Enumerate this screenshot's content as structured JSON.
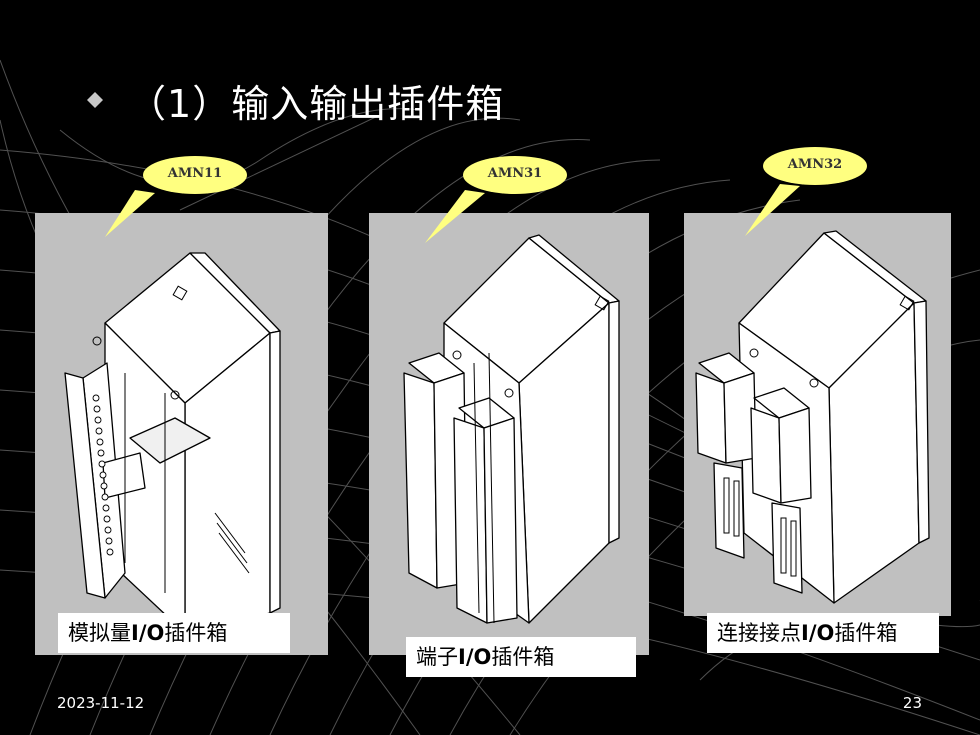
{
  "slide": {
    "title_prefix": "（",
    "title_num": "1",
    "title_suffix": "）输入输出插件箱",
    "date": "2023-11-12",
    "page_number": "23"
  },
  "panels": [
    {
      "callout": "AMN11",
      "caption_a": "模拟量",
      "caption_io": "I/O",
      "caption_b": "插件箱"
    },
    {
      "callout": "AMN31",
      "caption_a": "端子",
      "caption_io": "I/O",
      "caption_b": "插件箱"
    },
    {
      "callout": "AMN32",
      "caption_a": "连接接点",
      "caption_io": "I/O",
      "caption_b": "插件箱"
    }
  ],
  "colors": {
    "background": "#000000",
    "panel": "#c0c0c0",
    "callout": "#ffff80",
    "bullet": "#c8c8c8",
    "text": "#ffffff"
  },
  "icons": {
    "bullet": "diamond-bullet-icon"
  }
}
